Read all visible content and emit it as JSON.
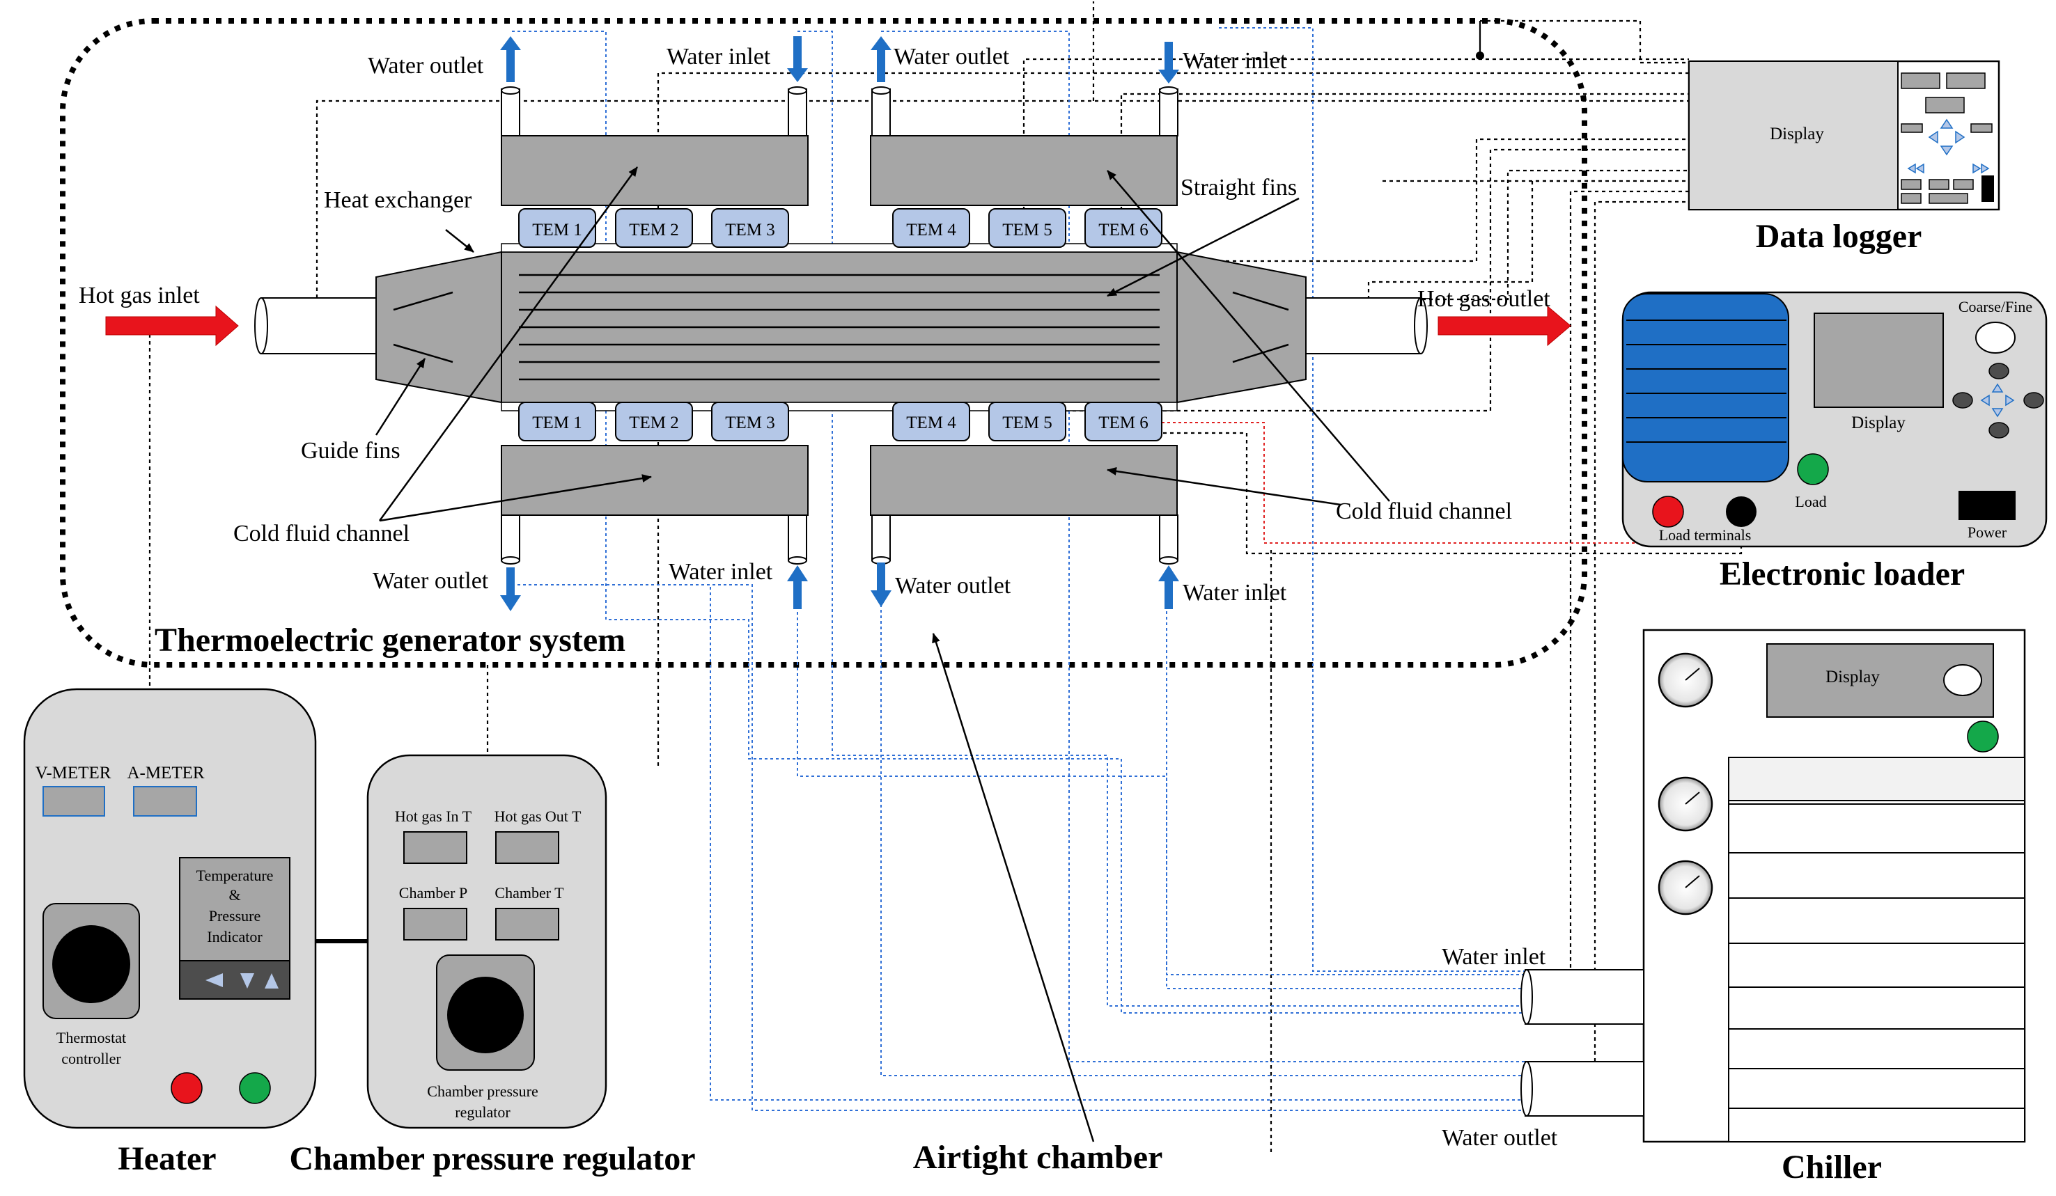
{
  "colors": {
    "panel_grey": "#a6a6a6",
    "device_grey": "#d9d9d9",
    "tem_blue": "#b4c7e7",
    "arrow_red": "#e8141c",
    "arrow_blue": "#1f6fc5",
    "wire_blue": "#2f6fd6",
    "wire_red": "#e02020",
    "button_green": "#14a84a",
    "button_red": "#e8141c",
    "battery_blue": "#1f6fc5"
  },
  "teg": {
    "title": "Thermoelectric generator system",
    "tems_top": [
      "TEM 1",
      "TEM 2",
      "TEM 3",
      "TEM 4",
      "TEM 5",
      "TEM 6"
    ],
    "tems_bottom": [
      "TEM 1",
      "TEM 2",
      "TEM 3",
      "TEM 4",
      "TEM 5",
      "TEM 6"
    ],
    "labels": {
      "hot_gas_inlet": "Hot gas inlet",
      "hot_gas_outlet": "Hot gas outlet",
      "heat_exchanger": "Heat exchanger",
      "straight_fins": "Straight fins",
      "guide_fins": "Guide fins",
      "cold_fluid_left": "Cold fluid channel",
      "cold_fluid_right": "Cold fluid channel",
      "water_outlet_tl": "Water outlet",
      "water_inlet_t2": "Water inlet",
      "water_outlet_t3": "Water outlet",
      "water_inlet_t4": "Water inlet",
      "water_outlet_bl": "Water outlet",
      "water_inlet_b2": "Water inlet",
      "water_outlet_b3": "Water outlet",
      "water_inlet_b4": "Water inlet"
    }
  },
  "data_logger": {
    "title": "Data logger",
    "display": "Display"
  },
  "electronic_loader": {
    "title": "Electronic loader",
    "coarse_fine": "Coarse/Fine",
    "display": "Display",
    "load": "Load",
    "load_terminals": "Load terminals",
    "power": "Power"
  },
  "chiller": {
    "title": "Chiller",
    "display": "Display",
    "water_inlet": "Water inlet",
    "water_outlet": "Water outlet"
  },
  "heater": {
    "title": "Heater",
    "v_meter": "V-METER",
    "a_meter": "A-METER",
    "indicator_lines": [
      "Temperature",
      "&",
      "Pressure",
      "Indicator"
    ],
    "thermostat_lines": [
      "Thermostat",
      "controller"
    ]
  },
  "chamber_regulator": {
    "title": "Chamber pressure regulator",
    "hot_in": "Hot gas In T",
    "hot_out": "Hot gas Out T",
    "chamber_p": "Chamber P",
    "chamber_t": "Chamber T",
    "knob_lines": [
      "Chamber pressure",
      "regulator"
    ]
  },
  "airtight": {
    "title": "Airtight chamber"
  }
}
